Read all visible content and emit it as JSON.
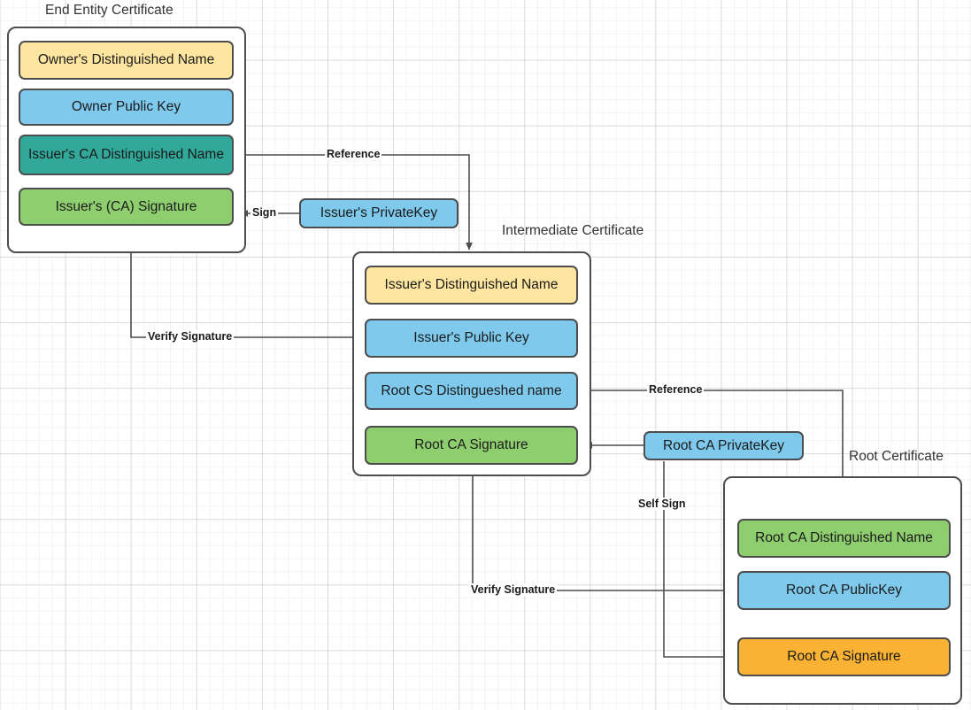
{
  "diagram": {
    "title_caption_end_entity": "End Entity Certificate",
    "title_caption_intermediate": "Intermediate Certificate",
    "title_caption_root": "Root Certificate",
    "colors": {
      "yellow": "#ffe6a0",
      "blue": "#7ec9ec",
      "teal": "#31a89a",
      "green": "#8fce6f",
      "orange": "#f9b233",
      "stroke": "#4d4d4d",
      "background": "#ffffff"
    }
  },
  "end_entity_certificate": {
    "caption": "End Entity Certificate",
    "fields": [
      {
        "label": "Owner's Distinguished Name",
        "color": "yellow"
      },
      {
        "label": "Owner Public  Key",
        "color": "blue"
      },
      {
        "label": "Issuer's CA Distinguished Name",
        "color": "teal"
      },
      {
        "label": "Issuer's (CA) Signature",
        "color": "green"
      }
    ]
  },
  "intermediate_certificate": {
    "caption": "Intermediate Certificate",
    "fields": [
      {
        "label": "Issuer's Distinguished Name",
        "color": "yellow"
      },
      {
        "label": "Issuer's Public  Key",
        "color": "blue"
      },
      {
        "label": "Root CS Distingueshed name",
        "color": "blue"
      },
      {
        "label": "Root CA Signature",
        "color": "green"
      }
    ]
  },
  "root_certificate": {
    "caption": "Root Certificate",
    "fields": [
      {
        "label": "Root CA Distinguished Name",
        "color": "green"
      },
      {
        "label": "Root CA PublicKey",
        "color": "blue"
      },
      {
        "label": "Root CA Signature",
        "color": "orange"
      }
    ]
  },
  "keys": [
    {
      "label": "Issuer's PrivateKey",
      "color": "blue"
    },
    {
      "label": "Root CA PrivateKey",
      "color": "blue"
    }
  ],
  "edge_labels": {
    "reference_top": "Reference",
    "sign": "Sign",
    "verify_signature_top": "Verify Signature",
    "reference_bottom": "Reference",
    "self_sign": "Self Sign",
    "verify_signature_bottom": "Verify Signature"
  }
}
